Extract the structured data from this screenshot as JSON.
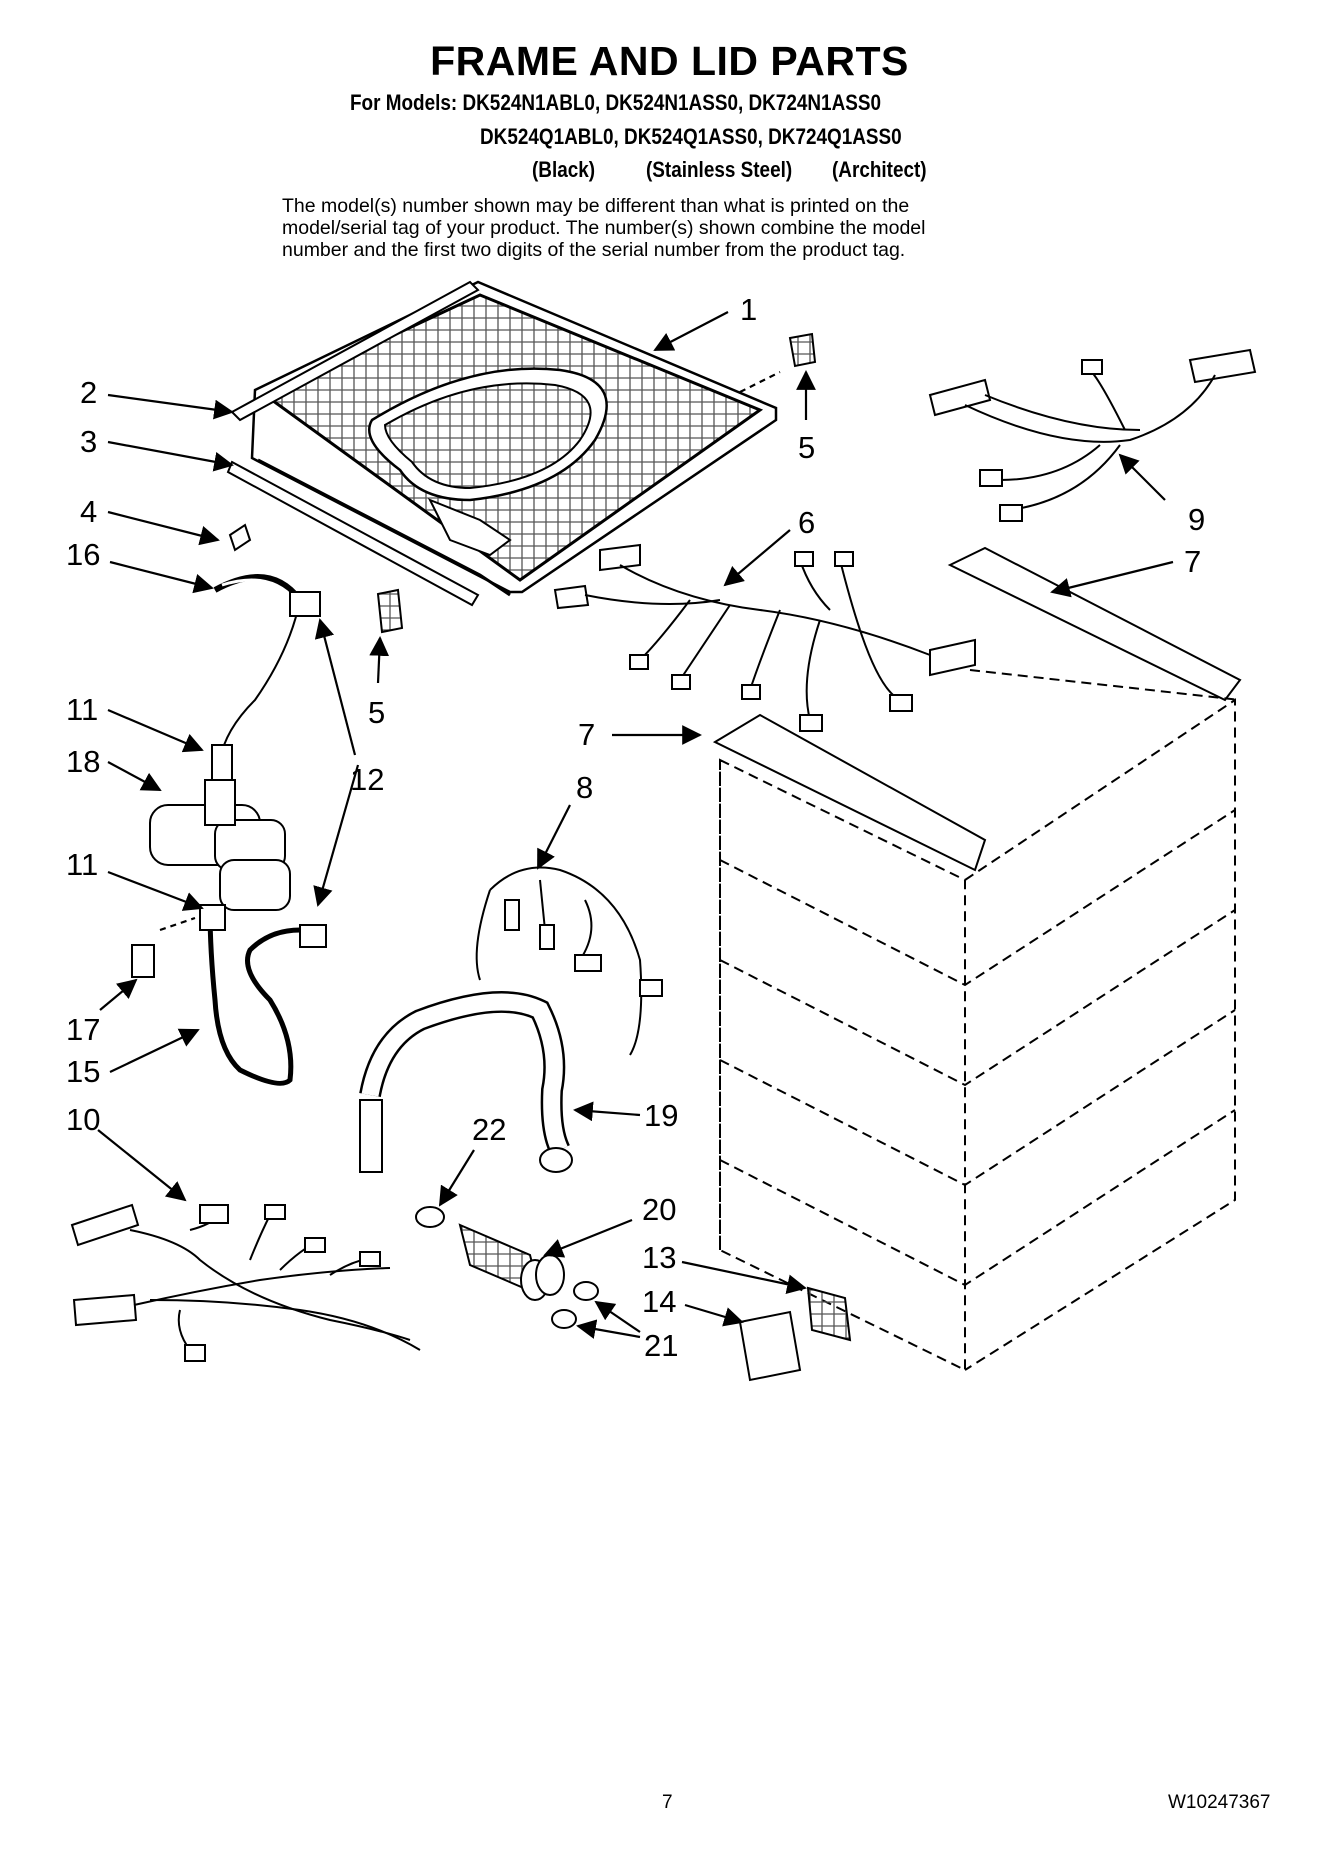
{
  "header": {
    "title": "FRAME AND LID PARTS",
    "models_line1": "For Models: DK524N1ABL0, DK524N1ASS0, DK724N1ASS0",
    "models_line2": "DK524Q1ABL0, DK524Q1ASS0, DK724Q1ASS0",
    "colors": [
      "(Black)",
      "(Stainless Steel)",
      "(Architect)"
    ],
    "note": [
      "The model(s) number shown may be different than what is printed on the",
      "model/serial tag of your product. The number(s) shown combine the model",
      "number and the first two digits of the serial number from the product tag."
    ]
  },
  "callouts": {
    "c1": "1",
    "c2": "2",
    "c3": "3",
    "c4": "4",
    "c5a": "5",
    "c5b": "5",
    "c6": "6",
    "c7a": "7",
    "c7b": "7",
    "c8": "8",
    "c9": "9",
    "c10": "10",
    "c11a": "11",
    "c11b": "11",
    "c12": "12",
    "c13": "13",
    "c14": "14",
    "c15": "15",
    "c16": "16",
    "c17": "17",
    "c18": "18",
    "c19": "19",
    "c20": "20",
    "c21": "21",
    "c22": "22"
  },
  "footer": {
    "page_number": "7",
    "document_number": "W10247367"
  }
}
